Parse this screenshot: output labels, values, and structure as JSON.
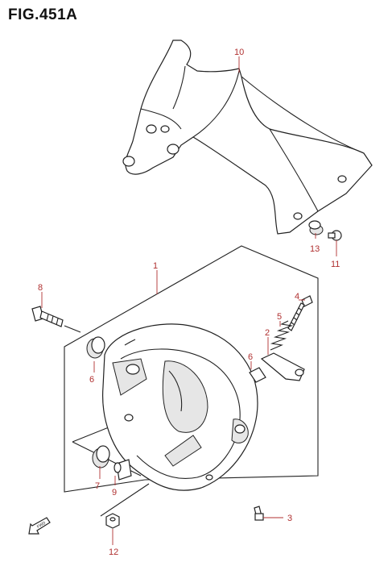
{
  "title": "FIG.451A",
  "label_color": "#b03030",
  "callouts": [
    {
      "id": "1",
      "label": "1"
    },
    {
      "id": "2",
      "label": "2"
    },
    {
      "id": "3",
      "label": "3"
    },
    {
      "id": "4",
      "label": "4"
    },
    {
      "id": "5",
      "label": "5"
    },
    {
      "id": "6a",
      "label": "6"
    },
    {
      "id": "6b",
      "label": "6"
    },
    {
      "id": "7",
      "label": "7"
    },
    {
      "id": "8",
      "label": "8"
    },
    {
      "id": "9",
      "label": "9"
    },
    {
      "id": "10",
      "label": "10"
    },
    {
      "id": "11",
      "label": "11"
    },
    {
      "id": "12",
      "label": "12"
    },
    {
      "id": "13",
      "label": "13"
    }
  ],
  "fwd_label": "FWD"
}
